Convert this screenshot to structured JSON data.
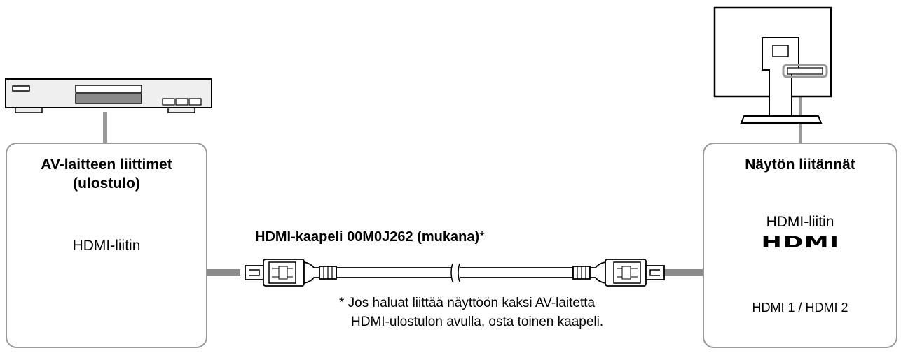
{
  "left": {
    "title_line1": "AV-laitteen liittimet",
    "title_line2": "(ulostulo)",
    "port_label": "HDMI-liitin"
  },
  "right": {
    "title": "Näytön liitännät",
    "port_label": "HDMI-liitin",
    "logo": "HDMI",
    "port_caption": "HDMI 1 / HDMI 2"
  },
  "cable": {
    "label": "HDMI-kaapeli 00M0J262 (mukana)",
    "asterisk": "*"
  },
  "footnote": {
    "line1": "* Jos haluat liittää näyttöön kaksi AV-laitetta",
    "line2": "HDMI-ulostulon avulla, osta toinen kaapeli."
  },
  "colors": {
    "frame_gray": "#9a9a9a",
    "arrow_gray": "#8c8c8c",
    "device_fill": "#efefef",
    "slot_fill": "#8a8a8a"
  }
}
